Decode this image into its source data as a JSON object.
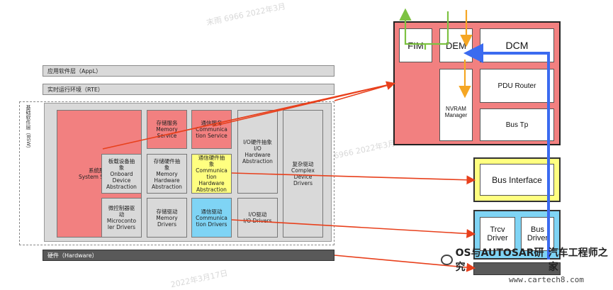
{
  "layers": {
    "appl": "应用软件层（AppL）",
    "rte": "实时运行环境（RTE）",
    "bsw": "基础软件层（BSW）",
    "hardware": "硬件（Hardware）"
  },
  "bsw_modules": {
    "system_service": [
      "系统服务",
      "System Service"
    ],
    "memory_service": [
      "存储服务",
      "Memory",
      "Service"
    ],
    "communication_service": [
      "通信服务",
      "Communica",
      "tion Service"
    ],
    "io_hw_abstraction": [
      "I/O硬件抽象",
      "I/O",
      "Hardware",
      "Abstraction"
    ],
    "complex_drivers": [
      "复杂驱动",
      "Complex",
      "Device",
      "Drivers"
    ],
    "onboard_abstraction": [
      "板载设备抽",
      "象",
      "Onboard",
      "Device",
      "Abstraction"
    ],
    "memory_hw_abstraction": [
      "存储硬件抽",
      "象",
      "Memory",
      "Hardware",
      "Abstraction"
    ],
    "comm_hw_abstraction": [
      "通信硬件抽",
      "象",
      "Communica",
      "tion",
      "Hardware",
      "Abstraction"
    ],
    "mcu_drivers": [
      "微控制器驱",
      "动",
      "Microconto",
      "ler Drivers"
    ],
    "memory_drivers": [
      "存储驱动",
      "Memory",
      "Drivers"
    ],
    "comm_drivers": [
      "通信驱动",
      "Communica",
      "tion Drivers"
    ],
    "io_drivers": [
      "I/O驱动",
      "I/O Drivers"
    ]
  },
  "comm_stack": {
    "fim": "FIM",
    "dem": "DEM",
    "dcm": "DCM",
    "nvram_manager": [
      "NVRAM",
      "Manager"
    ],
    "pdu_router": "PDU Router",
    "bus_tp": "Bus Tp",
    "bus_interface": "Bus Interface",
    "trcv_driver": [
      "Trcv",
      "Driver"
    ],
    "bus_driver": [
      "Bus",
      "Driver"
    ]
  },
  "watermark": {
    "logo_text": "OS与AUTOSAR研究",
    "site": "www.cartech8.com",
    "site_name": "汽车工程师之家"
  },
  "colors": {
    "red": "#f28080",
    "yellow": "#ffff80",
    "blue": "#7fd4f5",
    "grey": "#d9d9d9",
    "arrow_red": "#e8401c",
    "arrow_blue": "#3b6bf0",
    "arrow_green": "#7dc242",
    "arrow_orange": "#f5a623"
  }
}
